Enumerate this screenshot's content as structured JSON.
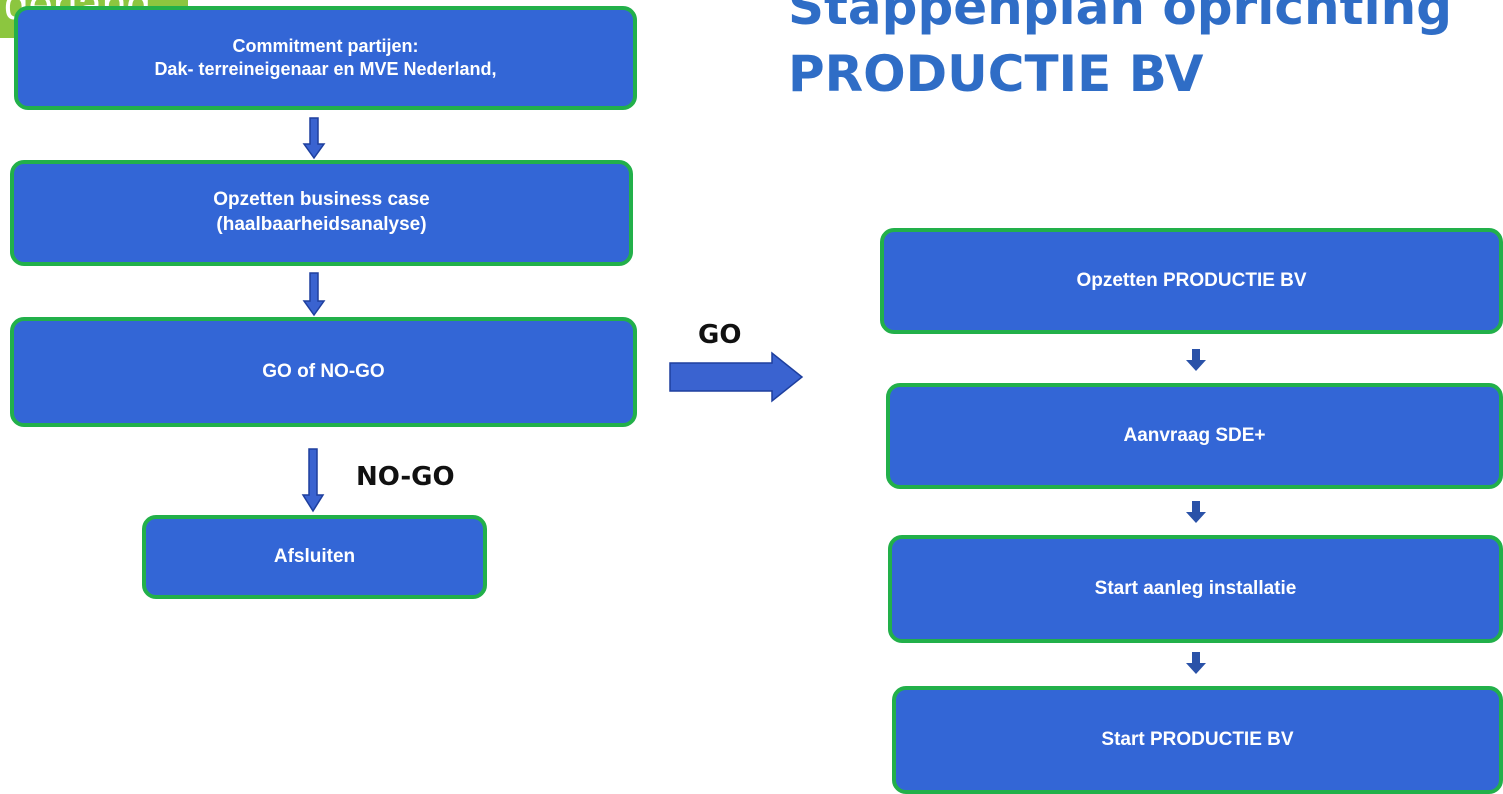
{
  "logo": {
    "text": "derland"
  },
  "title": {
    "line1": "Stappenplan oprichting",
    "line2": "PRODUCTIE BV"
  },
  "left_flow": {
    "commitment": {
      "line1": "Commitment partijen:",
      "line2": "Dak- terreineigenaar en MVE Nederland,"
    },
    "business_case": {
      "line1": "Opzetten business case",
      "line2": "(haalbaarheidsanalyse)"
    },
    "go_no_go": "GO of NO-GO",
    "no_go_label": "NO-GO",
    "close": "Afsluiten"
  },
  "go_label": "GO",
  "right_flow": {
    "step1": "Opzetten PRODUCTIE BV",
    "step2": "Aanvraag SDE+",
    "step3": "Start aanleg installatie",
    "step4": "Start PRODUCTIE BV"
  },
  "colors": {
    "box_fill": "#3366d6",
    "box_border": "#22b04a",
    "title": "#2f6dc6",
    "logo_bg": "#8cc63f"
  }
}
